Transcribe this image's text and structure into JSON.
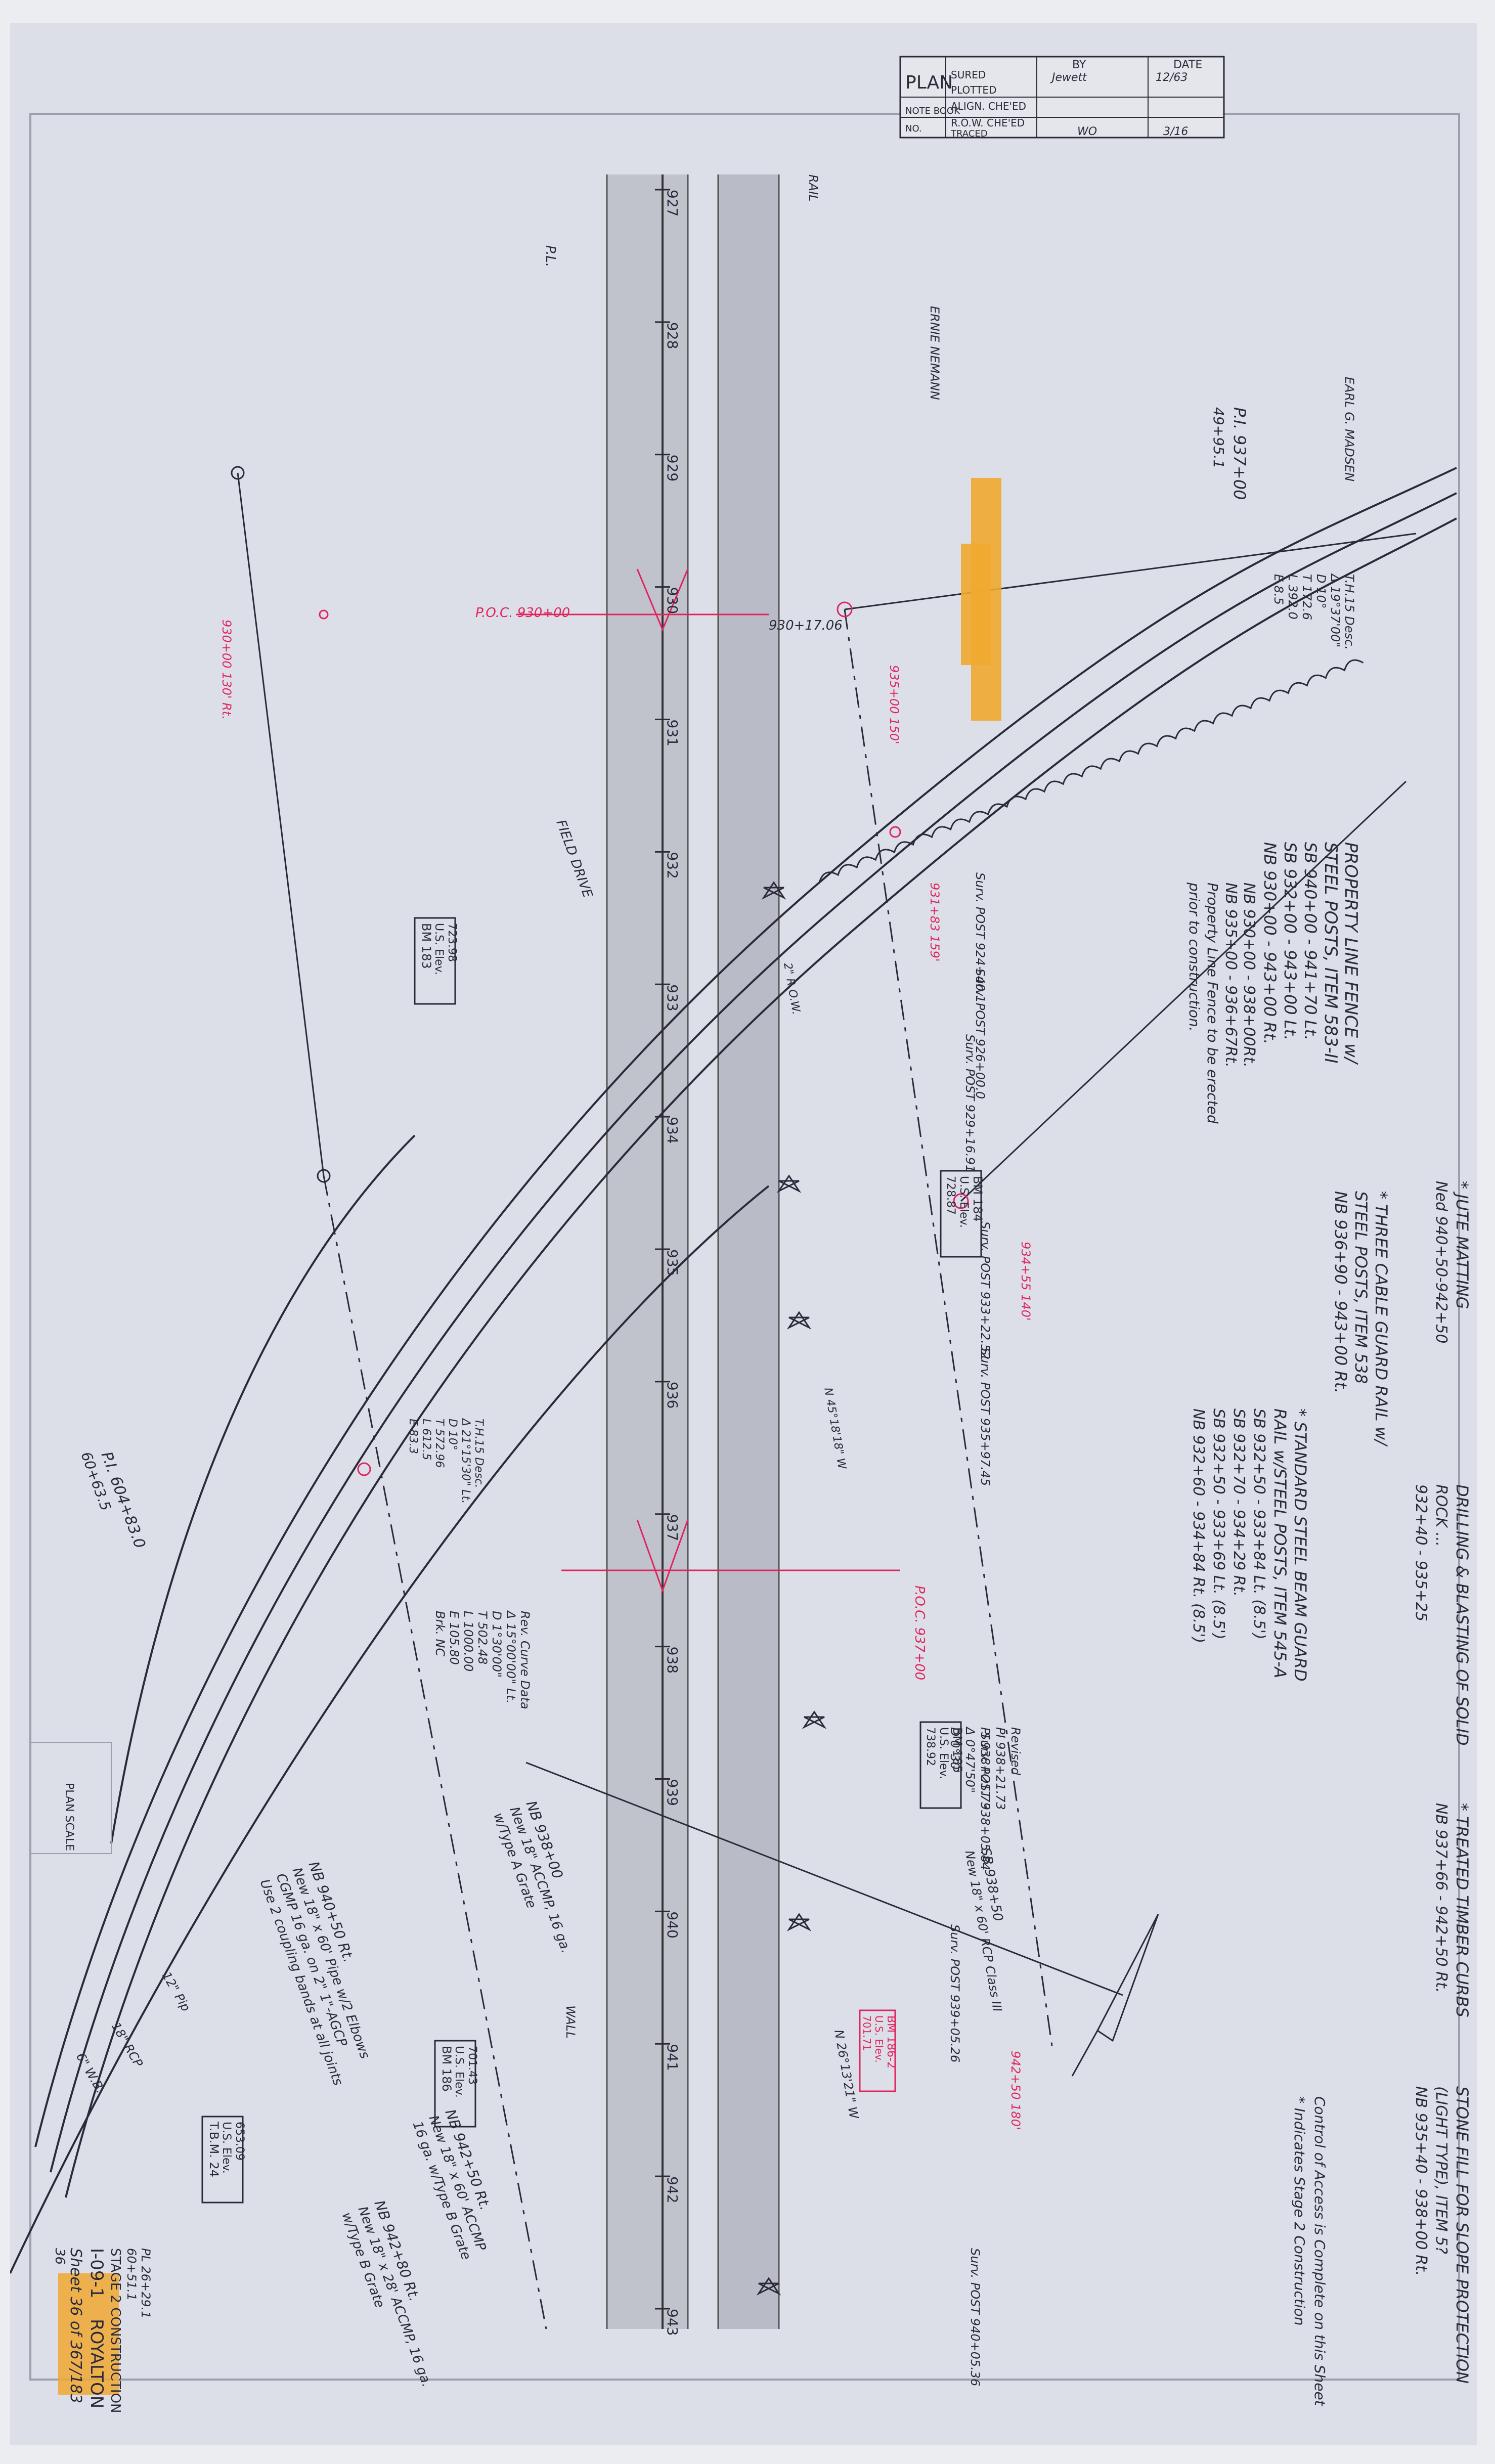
{
  "title_block": {
    "plan": "PLAN",
    "note_book": "NOTE BOOK",
    "no": "NO.",
    "col_by": "BY",
    "col_date": "DATE",
    "rows": [
      {
        "label": "SURED",
        "by": "Jewett",
        "date": "12/63"
      },
      {
        "label": "PLOTTED",
        "by": "",
        "date": ""
      },
      {
        "label": "ALIGN. CHE'ED",
        "by": "",
        "date": ""
      },
      {
        "label": "R.O.W. CHE'ED",
        "by": "",
        "date": ""
      },
      {
        "label": "TRACED",
        "by": "WO",
        "date": "3/16"
      }
    ]
  },
  "stations": [
    "927",
    "928",
    "929",
    "930",
    "931",
    "932",
    "933",
    "934",
    "935",
    "936",
    "937",
    "938",
    "939",
    "940",
    "941",
    "942",
    "943"
  ],
  "notes": {
    "fence": [
      "PROPERTY LINE FENCE w/",
      "STEEL POSTS, ITEM 583-II",
      "SB 940+00 - 941+70 Lt.",
      "SB 932+00 - 943+00 Lt.",
      "NB 930+00 - 943+00 Rt."
    ],
    "jute": [
      "* JUTE MATTING",
      "Ned 940+50-942+50"
    ],
    "cable": [
      "* THREE CABLE GUARD RAIL w/",
      "STEEL POSTS, ITEM 538",
      "NB 936+90 - 943+00 Rt."
    ],
    "drilling": [
      "DRILLING & BLASTING OF SOLID",
      "ROCK ...",
      "932+40 - 935+25"
    ],
    "fence_nb": [
      "NB 930+00 - 938+00Rt.",
      "NB 935+00 - 936+67Rt.",
      "Property Line Fence to be erected",
      "prior to construction."
    ],
    "guard": [
      "* STANDARD STEEL BEAM GUARD",
      "RAIL w/STEEL POSTS, ITEM 545-A",
      "SB 932+50 - 933+84 Lt. (8.5')",
      "SB 932+70 - 934+29 Rt.",
      "SB 932+50 - 933+69 Lt. (8.5')",
      "NB 932+60 - 934+84 Rt. (8.5')"
    ],
    "timber": [
      "* TREATED TIMBER CURBS",
      "NB 937+66 - 942+50 Rt."
    ],
    "stone": [
      "STONE FILL FOR SLOPE PROTECTION",
      "(LIGHT TYPE), ITEM 5?",
      "NB 935+40 - 938+00 Rt."
    ],
    "control": [
      "Control of Access is Complete on this Sheet",
      "* Indicates Stage 2 Construction"
    ],
    "culvert1": [
      "NB 938+00",
      "New 18\" ACCMP, 16 ga.",
      "w/Type A Grate"
    ],
    "culvert2": [
      "NB 940+50 Rt.",
      "New 18\" x 60' Pipe w/2 Elbows",
      "CGMP 16 ga. on 2\" 1\"-AGCP",
      "Use 2 coupling bands at all joints"
    ],
    "culvert3": [
      "NB 942+50 Rt.",
      "New 18\" x 60' ACCMP",
      "16 ga. w/Type B Grate"
    ],
    "culvert4": [
      "NB 942+80 Rt.",
      "New 18\" x 28' ACCMP, 16 ga.",
      "w/Type B Grate"
    ],
    "culvert5": [
      "SB 938+50",
      "New 18\" x 60' RCP Class III"
    ],
    "curve": [
      "Rev. Curve Data",
      "Δ 15°00'00\" Lt.",
      "D 1°30'00\"",
      "T 502.48",
      "L 1000.00",
      "E 105.80",
      "Brk. NC"
    ],
    "curve2": [
      "T.H.15 Desc.",
      "Δ 21°15'30\" Lt.",
      "D 10°",
      "T 572.96",
      "L 612.5",
      "E 83.3"
    ],
    "curve3": [
      "Revised",
      "PI 938+21.73",
      "PI 938+21.73",
      "Δ 0°47'50\"",
      "D 0°30'"
    ],
    "curve4": [
      "T.H.15 Desc.",
      "Δ 19°37'00\"",
      "D 10°",
      "T 172.6",
      "L 392.0",
      "E 8.5"
    ]
  },
  "bench_marks": [
    {
      "title": "BM 183",
      "line2": "U.S. Elev.",
      "line3": "723.98"
    },
    {
      "title": "BM 184",
      "line2": "U.S. Elev.",
      "line3": "728.87"
    },
    {
      "title": "BM 185",
      "line2": "U.S. Elev.",
      "line3": "738.92"
    },
    {
      "title": "BM 186",
      "line2": "U.S. Elev.",
      "line3": "701.43"
    },
    {
      "title": "T.B.M. 24",
      "line2": "U.S. Elev.",
      "line3": "653.09"
    },
    {
      "title": "BM 186-2",
      "line2": "U.S. Elev.",
      "line3": "701.71"
    }
  ],
  "surveys": [
    "Surv. POST 924+40.1",
    "Surv. POST 926+00.0",
    "Surv. POST 929+16.91",
    "Surv. POST 933+22.52",
    "Surv. POST 935+97.45",
    "Surv. POST 938+05.84",
    "Surv. POST 939+05.26",
    "Surv. POST 940+05.36"
  ],
  "pi_labels": [
    {
      "name": "P.I. 937+00",
      "sub": "49+95.1"
    },
    {
      "name": "P.I. 604+83.0",
      "sub": "60+63.5"
    }
  ],
  "red_labels": [
    "P.O.C. 930+00",
    "P.O.C. 937+00",
    "930+00 130' Rt.",
    "931+83 159'",
    "934+55 140'",
    "942+50 180'",
    "935+00 150'"
  ],
  "misc_labels": [
    "930+17.06",
    "EARL G. MADSEN",
    "ERNIE NEMANN",
    "FIELD DRIVE",
    "P.L.",
    "RAIL",
    "WALL",
    "18\" RCP",
    "6\" W.B.",
    "12\" Pip",
    "N 26°13'21\" W",
    "N 45°18'18\" W",
    "2\" R.O.W."
  ],
  "sheet_footer": {
    "reference": [
      "PL 26+29.1",
      "60+51.1"
    ],
    "stage": "STAGE 2 CONSTRUCTION",
    "route": "I-09-1",
    "name": "ROYALTON",
    "sheet": "Sheet 36 of 367/183",
    "number": "36"
  },
  "plan_scale": "PLAN SCALE",
  "colors": {
    "paper": "#dcdfe8",
    "ink": "#2a2a3a",
    "red": "#e0245e",
    "road": "#b0b3be",
    "highlight": "#f0a830"
  }
}
